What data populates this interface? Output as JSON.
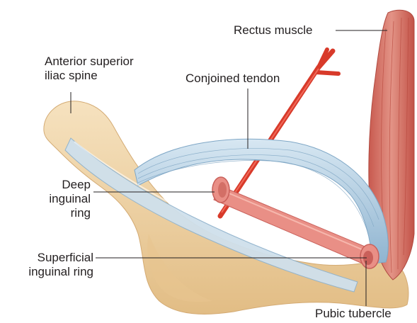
{
  "diagram": {
    "labels": {
      "rectus_muscle": "Rectus muscle",
      "asis_line1": "Anterior superior",
      "asis_line2": "iliac spine",
      "conjoined_tendon": "Conjoined tendon",
      "deep_ring_line1": "Deep",
      "deep_ring_line2": "inguinal",
      "deep_ring_line3": "ring",
      "superficial_ring_line1": "Superficial",
      "superficial_ring_line2": "inguinal ring",
      "pubic_tubercle": "Pubic tubercle"
    },
    "colors": {
      "bone": "#f1d6a9",
      "bone_shadow": "#d9b27a",
      "tendon": "#b9d3e6",
      "tendon_shadow": "#7fa7c6",
      "cord": "#e98f86",
      "cord_dark": "#c9605a",
      "artery": "#d83a2a",
      "muscle": "#d9776a",
      "leader_line": "#231f20"
    }
  }
}
